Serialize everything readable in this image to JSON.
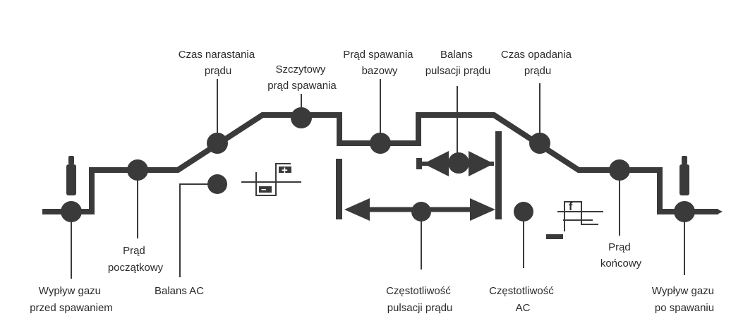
{
  "labels": {
    "gas_pre": [
      "Wypływ gazu",
      "przed spawaniem"
    ],
    "start_current": [
      "Prąd",
      "początkowy"
    ],
    "ac_balance": [
      "Balans AC"
    ],
    "rise_time": [
      "Czas narastania",
      "prądu"
    ],
    "peak_current": [
      "Szczytowy",
      "prąd spawania"
    ],
    "base_current": [
      "Prąd spawania",
      "bazowy"
    ],
    "pulse_balance": [
      "Balans",
      "pulsacji prądu"
    ],
    "pulse_freq": [
      "Częstotliwość",
      "pulsacji prądu"
    ],
    "fall_time": [
      "Czas opadania",
      "prądu"
    ],
    "ac_freq": [
      "Częstotliwość",
      "AC"
    ],
    "end_current": [
      "Prąd",
      "końcowy"
    ],
    "gas_post": [
      "Wypływ gazu",
      "po spawaniu"
    ]
  },
  "symbols": {
    "ac_plus": "+",
    "ac_minus": "−",
    "freq": "f"
  }
}
